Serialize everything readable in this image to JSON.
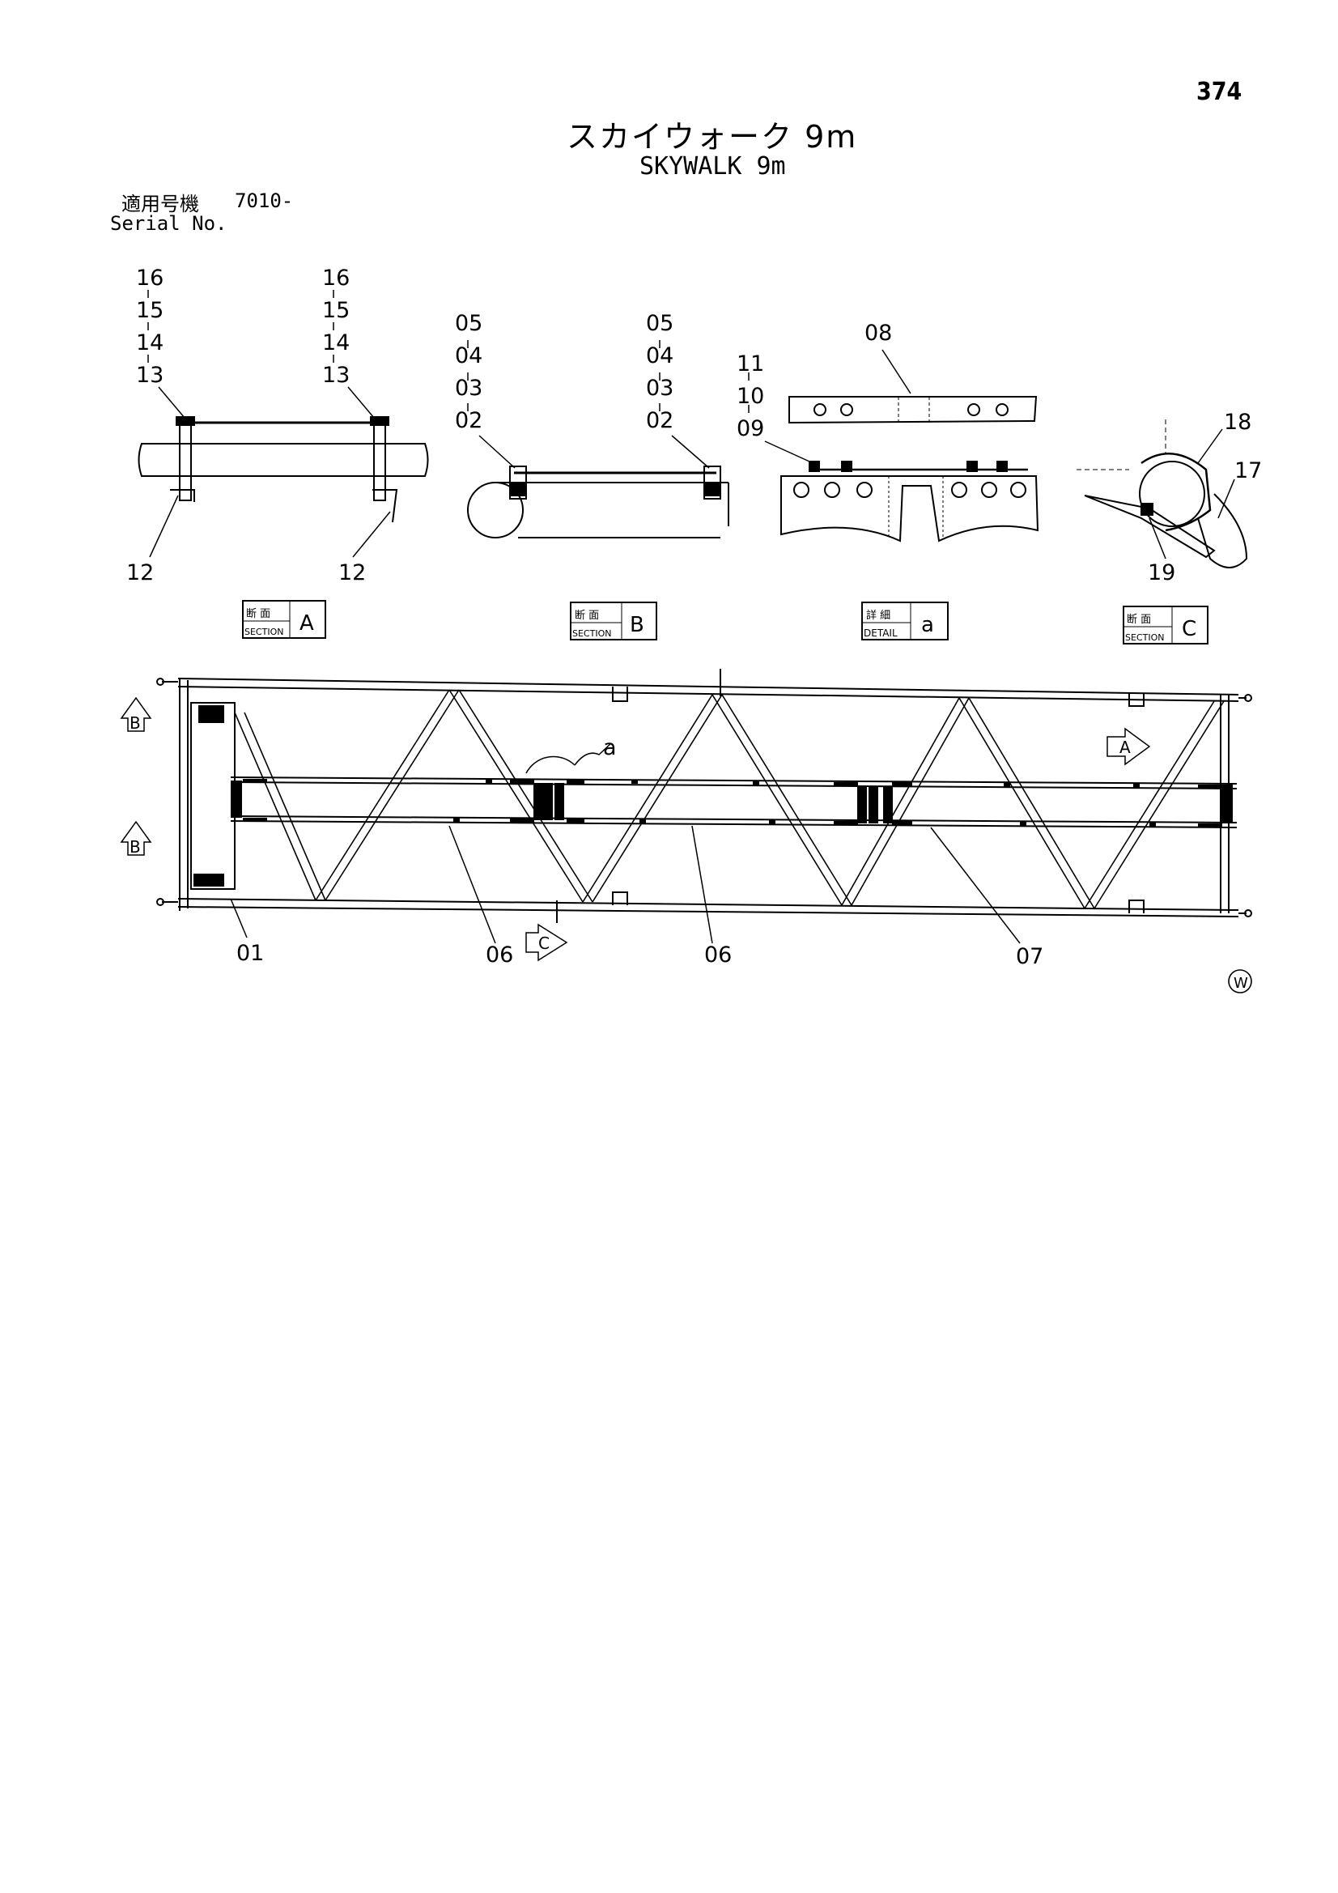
{
  "header": {
    "page_number": "374",
    "title_jp": "スカイウォーク 9m",
    "title_en": "SKYWALK 9m",
    "serial_label_jp": "適用号機",
    "serial_value": "7010-",
    "serial_label_en": "Serial No."
  },
  "sections": {
    "a": {
      "jp": "断 面",
      "en": "SECTION",
      "letter": "A"
    },
    "b": {
      "jp": "断 面",
      "en": "SECTION",
      "letter": "B"
    },
    "detail": {
      "jp": "詳 細",
      "en": "DETAIL",
      "letter": "a"
    },
    "c": {
      "jp": "断 面",
      "en": "SECTION",
      "letter": "C"
    }
  },
  "callouts": {
    "secA_left": [
      "16",
      "15",
      "14",
      "13"
    ],
    "secA_right": [
      "16",
      "15",
      "14",
      "13"
    ],
    "secA_bottom": "12",
    "secB_left": [
      "05",
      "04",
      "03",
      "02"
    ],
    "secB_right": [
      "05",
      "04",
      "03",
      "02"
    ],
    "detail_top": "08",
    "detail_left": [
      "11",
      "10",
      "09"
    ],
    "secC_18": "18",
    "secC_17": "17",
    "secC_19": "19",
    "main_01": "01",
    "main_06": "06",
    "main_07": "07",
    "main_a": "a",
    "arrow_A": "A",
    "arrow_B": "B",
    "arrow_C": "C"
  },
  "marks": {
    "watermark": "W"
  }
}
